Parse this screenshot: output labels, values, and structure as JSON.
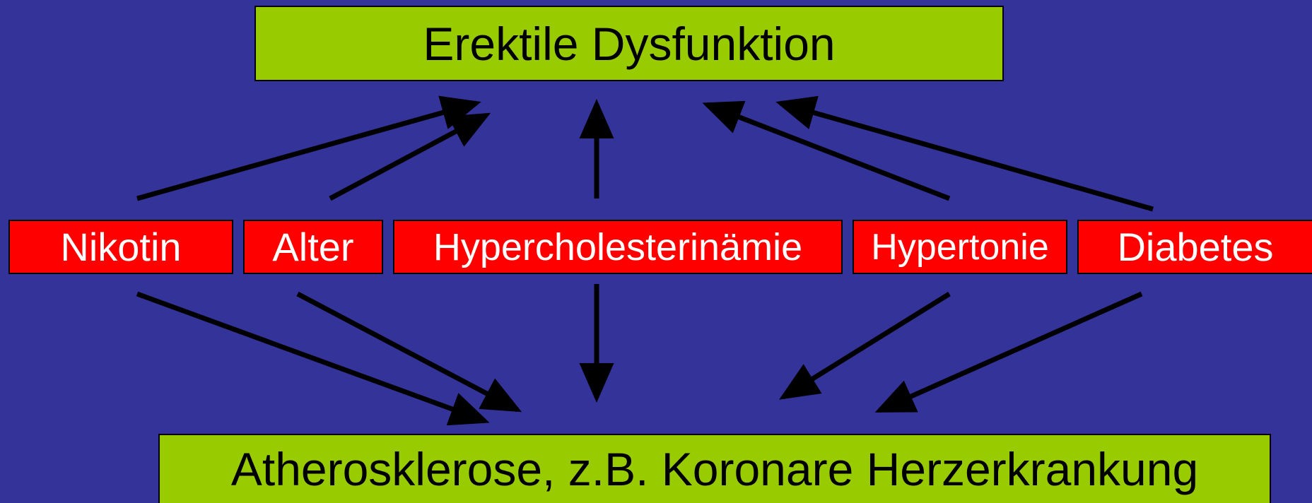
{
  "diagram": {
    "outcome_top": "Erektile Dysfunktion",
    "outcome_bottom": "Atherosklerose, z.B. Koronare Herzerkrankung",
    "risk_factors": [
      {
        "id": "nikotin",
        "label": "Nikotin"
      },
      {
        "id": "alter",
        "label": "Alter"
      },
      {
        "id": "hypercholesterinaemie",
        "label": "Hypercholesterinämie"
      },
      {
        "id": "hypertonie",
        "label": "Hypertonie"
      },
      {
        "id": "diabetes",
        "label": "Diabetes"
      }
    ],
    "edges": [
      {
        "from": "nikotin",
        "to": "outcome_top"
      },
      {
        "from": "alter",
        "to": "outcome_top"
      },
      {
        "from": "hypercholesterinaemie",
        "to": "outcome_top"
      },
      {
        "from": "hypertonie",
        "to": "outcome_top"
      },
      {
        "from": "diabetes",
        "to": "outcome_top"
      },
      {
        "from": "nikotin",
        "to": "outcome_bottom"
      },
      {
        "from": "alter",
        "to": "outcome_bottom"
      },
      {
        "from": "hypercholesterinaemie",
        "to": "outcome_bottom"
      },
      {
        "from": "hypertonie",
        "to": "outcome_bottom"
      },
      {
        "from": "diabetes",
        "to": "outcome_bottom"
      }
    ],
    "colors": {
      "background": "#333399",
      "outcome_fill": "#99cc00",
      "factor_fill": "#ff0000",
      "arrow": "#000000"
    }
  }
}
